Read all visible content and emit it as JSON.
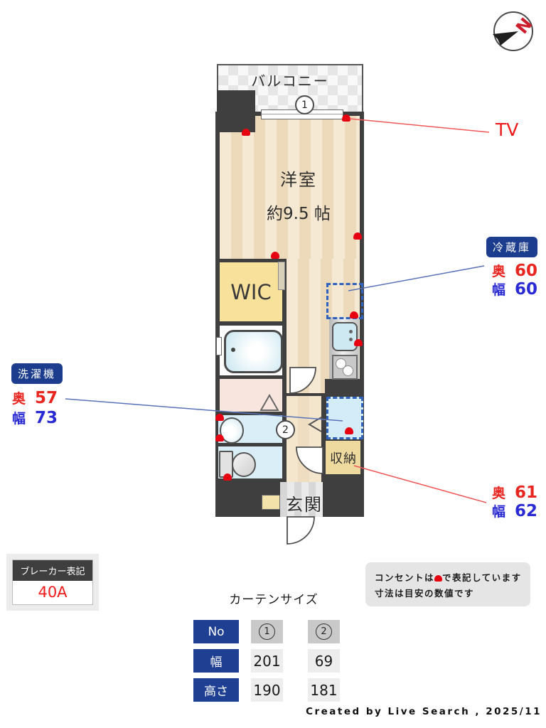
{
  "compass": {
    "north_label": "N"
  },
  "plan": {
    "balcony_label": "バルコニー",
    "main_room_label": "洋室",
    "main_room_size": "約9.5 帖",
    "wic_label": "WIC",
    "storage_label": "収納",
    "entrance_label": "玄関",
    "curtain1_number": "1",
    "curtain2_number": "2"
  },
  "callouts": {
    "tv_label": "TV",
    "washer": {
      "title": "洗濯機",
      "depth_label": "奥",
      "depth_value": "57",
      "width_label": "幅",
      "width_value": "73"
    },
    "fridge": {
      "title": "冷蔵庫",
      "depth_label": "奥",
      "depth_value": "60",
      "width_label": "幅",
      "width_value": "60"
    },
    "storage_dims": {
      "depth_label": "奥",
      "depth_value": "61",
      "width_label": "幅",
      "width_value": "62"
    }
  },
  "breaker": {
    "title": "ブレーカー表記",
    "value": "40A"
  },
  "curtain_table": {
    "title": "カーテンサイズ",
    "row_labels": [
      "No",
      "幅",
      "高さ"
    ],
    "columns": [
      {
        "no": "1",
        "width": "201",
        "height": "190"
      },
      {
        "no": "2",
        "width": "69",
        "height": "181"
      }
    ]
  },
  "notes": {
    "line1_before_icon": "コンセントは",
    "line1_after_icon": "で表記しています",
    "line2": "寸法は目安の数値です"
  },
  "credit": "Created by Live Search , 2025/11",
  "colors": {
    "wall": "#3f3f3f",
    "floor_light": "#f6e9d3",
    "floor_dark": "#ecdaba",
    "tag_navy": "#1c3d8e",
    "table_navy": "#1e3f92",
    "dim_red": "#e8251f",
    "dim_blue": "#2a2ad4",
    "outlet_red": "#e60012",
    "dashed_blue": "#2f62bd",
    "leader_blue": "#5872b8",
    "leader_red": "#f0595a",
    "wic_yellow": "#f8e29b",
    "storage_tan": "#eeda9e",
    "laundry_pink": "#f8e5de",
    "water_blue": "#d9eef7"
  }
}
